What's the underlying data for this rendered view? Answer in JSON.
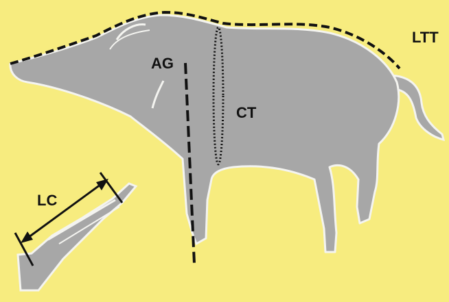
{
  "labels": {
    "ltt": "LTT",
    "ag": "AG",
    "ct": "CT",
    "lc": "LC"
  },
  "colors": {
    "background": "#f7ec7f",
    "body": "#a7a7a7",
    "outline": "#f4f4f0",
    "lines": "#111111"
  }
}
